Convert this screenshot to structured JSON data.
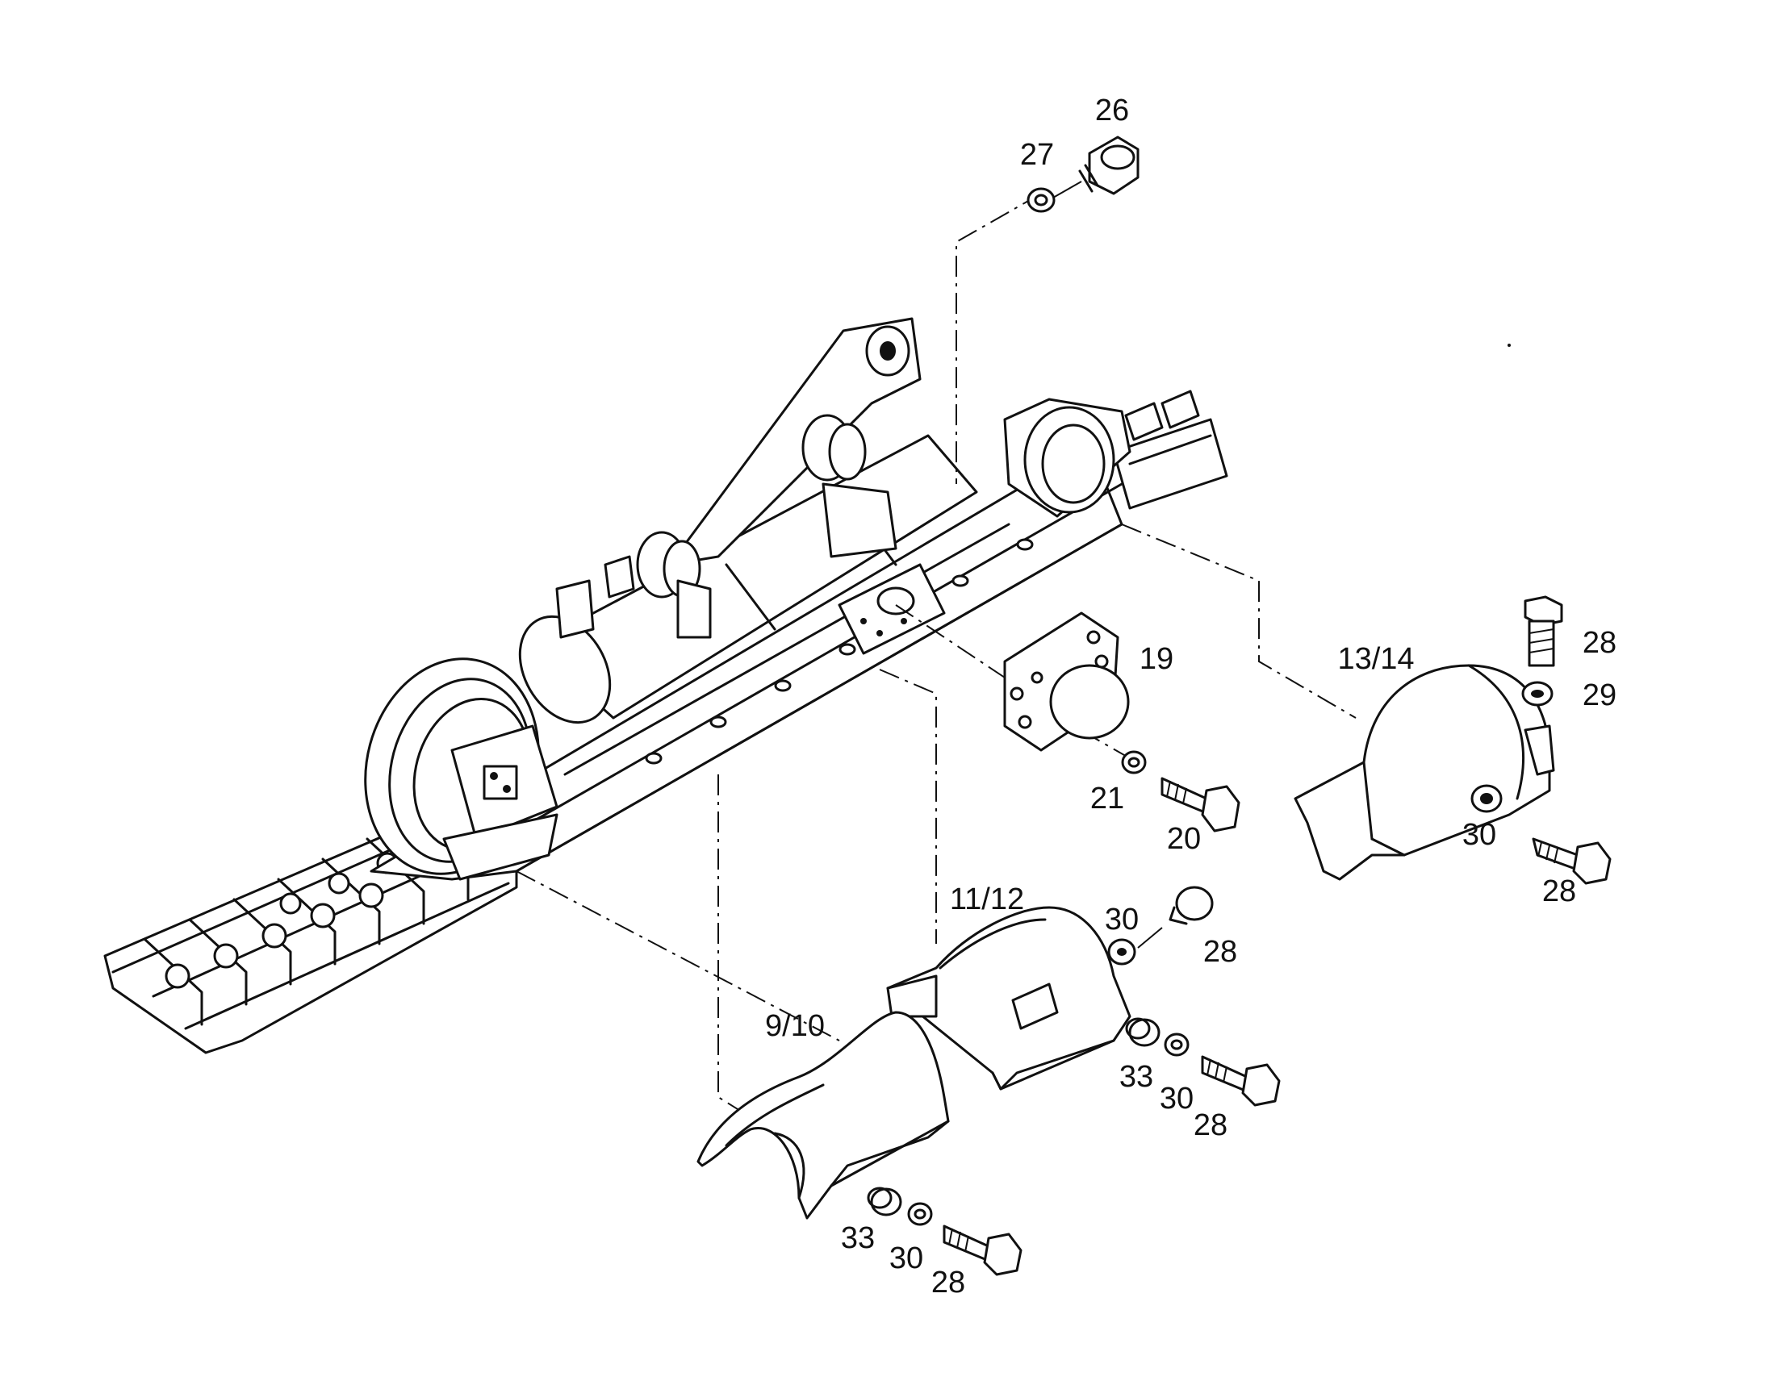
{
  "diagram": {
    "callouts": [
      {
        "id": "c26",
        "text": "26"
      },
      {
        "id": "c27",
        "text": "27"
      },
      {
        "id": "c28a",
        "text": "28"
      },
      {
        "id": "c29",
        "text": "29"
      },
      {
        "id": "c1314",
        "text": "13/14"
      },
      {
        "id": "c19",
        "text": "19"
      },
      {
        "id": "c21",
        "text": "21"
      },
      {
        "id": "c20",
        "text": "20"
      },
      {
        "id": "c30a",
        "text": "30"
      },
      {
        "id": "c28b",
        "text": "28"
      },
      {
        "id": "c1112",
        "text": "11/12"
      },
      {
        "id": "c30b",
        "text": "30"
      },
      {
        "id": "c28c",
        "text": "28"
      },
      {
        "id": "c910",
        "text": "9/10"
      },
      {
        "id": "c33a",
        "text": "33"
      },
      {
        "id": "c30c",
        "text": "30"
      },
      {
        "id": "c28d",
        "text": "28"
      },
      {
        "id": "c33b",
        "text": "33"
      },
      {
        "id": "c30d",
        "text": "30"
      },
      {
        "id": "c28e",
        "text": "28"
      }
    ]
  }
}
